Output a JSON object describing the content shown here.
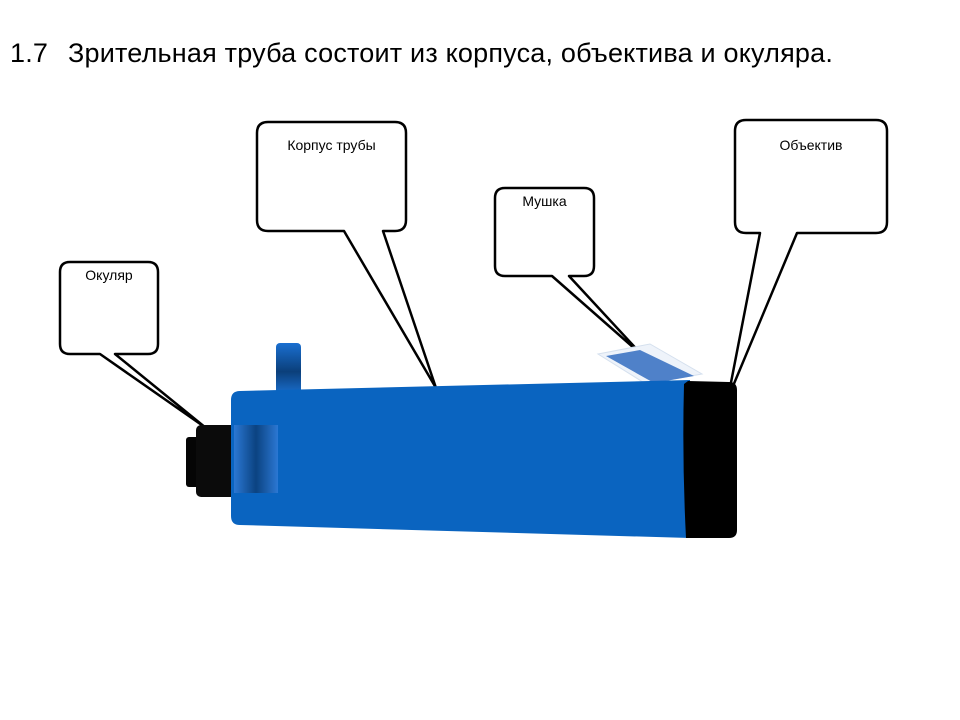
{
  "heading": {
    "number": "1.7",
    "text": "Зрительная труба состоит из корпуса, объектива и окуляра."
  },
  "callouts": {
    "body": "Корпус трубы",
    "sight": "Мушка",
    "objective": "Объектив",
    "eyepiece": "Окуляр"
  },
  "colors": {
    "tube": "#0a64c0",
    "objective": "#000000",
    "sight": "#4f81c9"
  }
}
